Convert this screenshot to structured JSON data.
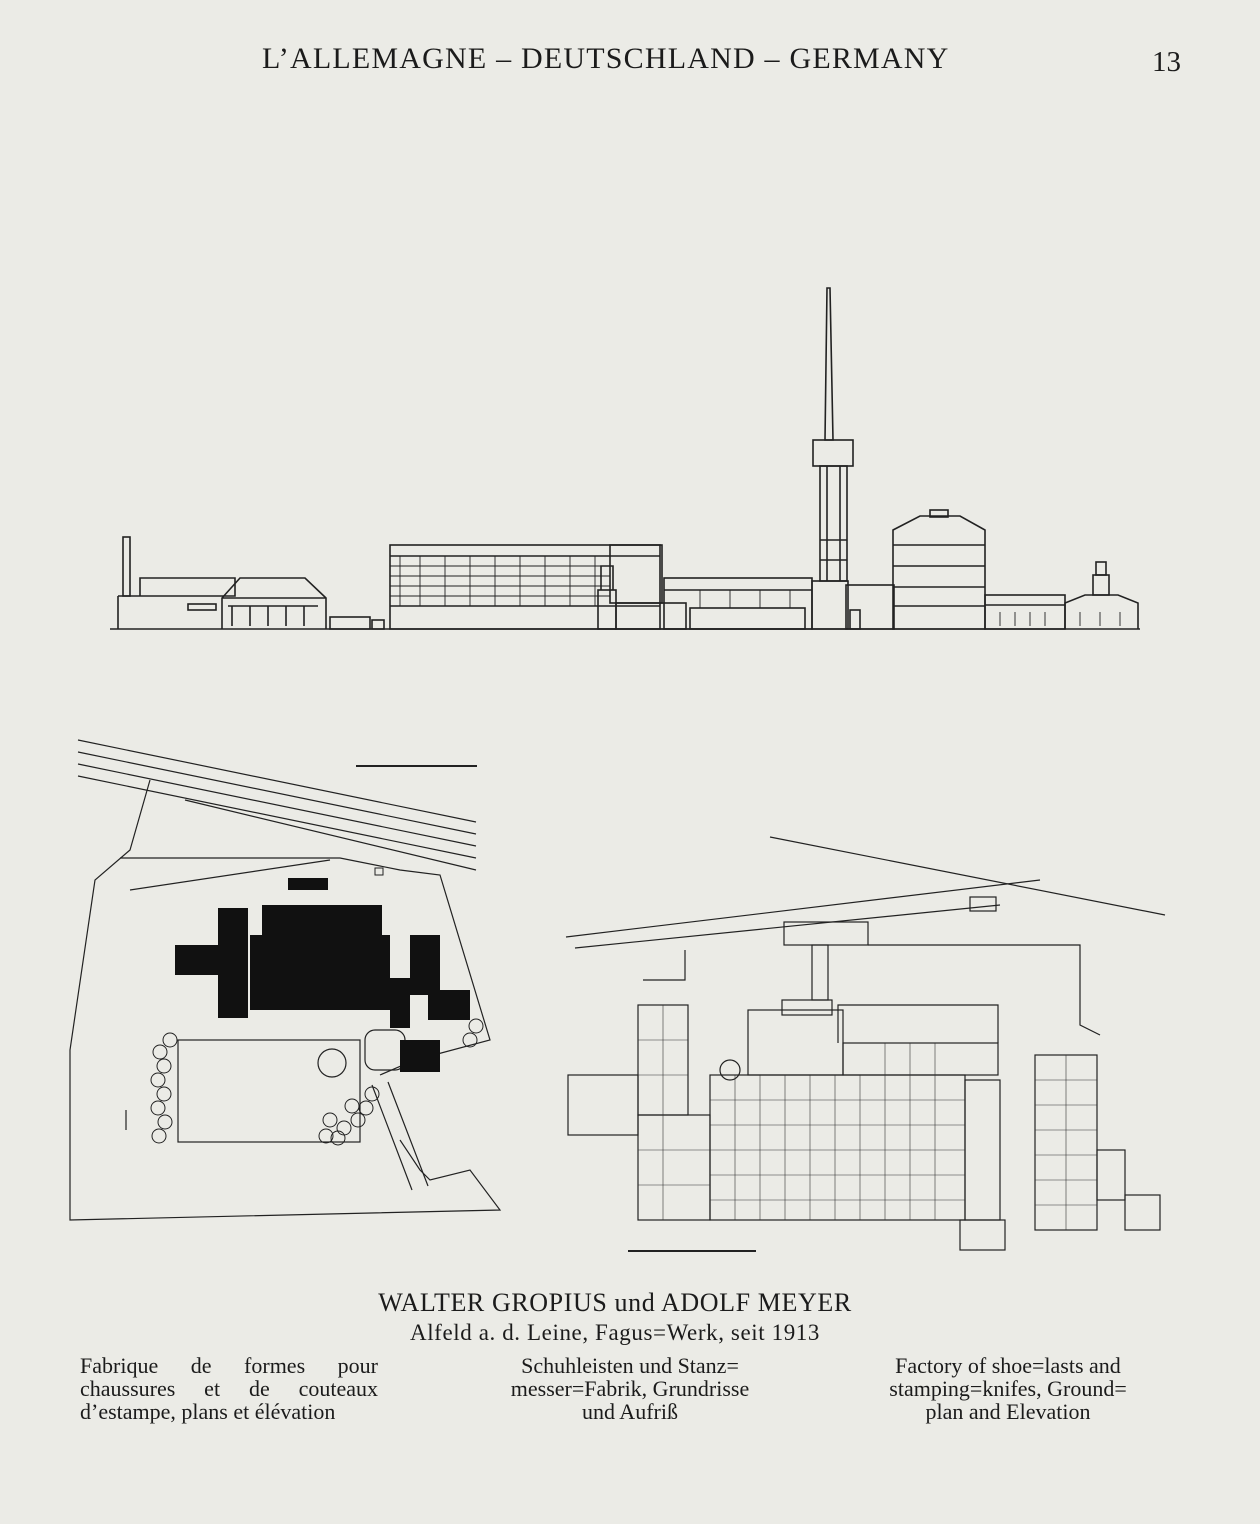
{
  "header": {
    "title": "L’ALLEMAGNE – DEUTSCHLAND – GERMANY",
    "page_number": "13"
  },
  "caption": {
    "title": "WALTER GROPIUS und ADOLF MEYER",
    "subtitle": "Alfeld a. d. Leine, Fagus=Werk, seit 1913"
  },
  "columns": {
    "french": [
      "Fabrique de formes pour",
      "chaussures et de couteaux",
      "d’estampe, plans et élévation"
    ],
    "german": [
      "Schuhleisten und Stanz=",
      "messer=Fabrik, Grundrisse",
      "und Aufriß"
    ],
    "english": [
      "Factory of shoe=lasts and",
      "stamping=knifes, Ground=",
      "plan and Elevation"
    ]
  },
  "figures": {
    "elevation": {
      "icon": "factory-elevation-drawing"
    },
    "site_plan": {
      "icon": "site-plan-drawing"
    },
    "ground_plan": {
      "icon": "ground-plan-drawing"
    }
  }
}
